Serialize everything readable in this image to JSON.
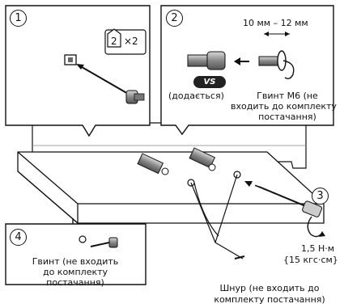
{
  "steps": [
    "1",
    "2",
    "3",
    "4"
  ],
  "panel1": {
    "count_label": "×2",
    "icon_digit": "2"
  },
  "panel2": {
    "dimension_label": "10 мм – 12 мм",
    "vs_badge": "VS",
    "supplied_label": "(додається)",
    "m6_screw_label": [
      "Гвинт M6 (не",
      "входить до комплекту",
      "постачання)"
    ]
  },
  "torque": {
    "nm": "1,5 Н·м",
    "kgf": "{15 кгс·см}"
  },
  "panel4": {
    "screw_label": [
      "Гвинт (не входить",
      "до комплекту",
      "постачання)"
    ]
  },
  "cord_label": [
    "Шнур (не входить до",
    "комплекту постачання)"
  ],
  "colors": {
    "line": "#111111",
    "panel_fill": "#ffffff",
    "accent": "#222222"
  },
  "icons": [
    "tv-stand-illustration",
    "wall-bracket-screw-icon",
    "screwdriver-icon",
    "rotation-arrow-icon"
  ]
}
